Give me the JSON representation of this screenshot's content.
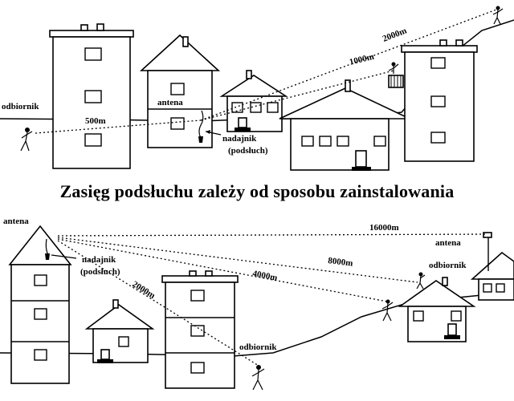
{
  "title": "Zasięg podsłuchu zależy od sposobu zainstalowania",
  "top_scene": {
    "label_receiver": "odbiornik",
    "label_antenna": "antena",
    "label_transmitter_line1": "nadajnik",
    "label_transmitter_line2": "(podsłuch)",
    "range_short": "500m",
    "range_mid": "1000m",
    "range_long": "2000m"
  },
  "bottom_scene": {
    "label_antenna_left": "antena",
    "label_transmitter_line1": "nadajnik",
    "label_transmitter_line2": "(podsłuch)",
    "label_receiver_low": "odbiornik",
    "label_antenna_right": "antena",
    "label_receiver_right": "odbiornik",
    "range_a": "2000m",
    "range_b": "4000m",
    "range_c": "8000m",
    "range_d": "16000m"
  }
}
